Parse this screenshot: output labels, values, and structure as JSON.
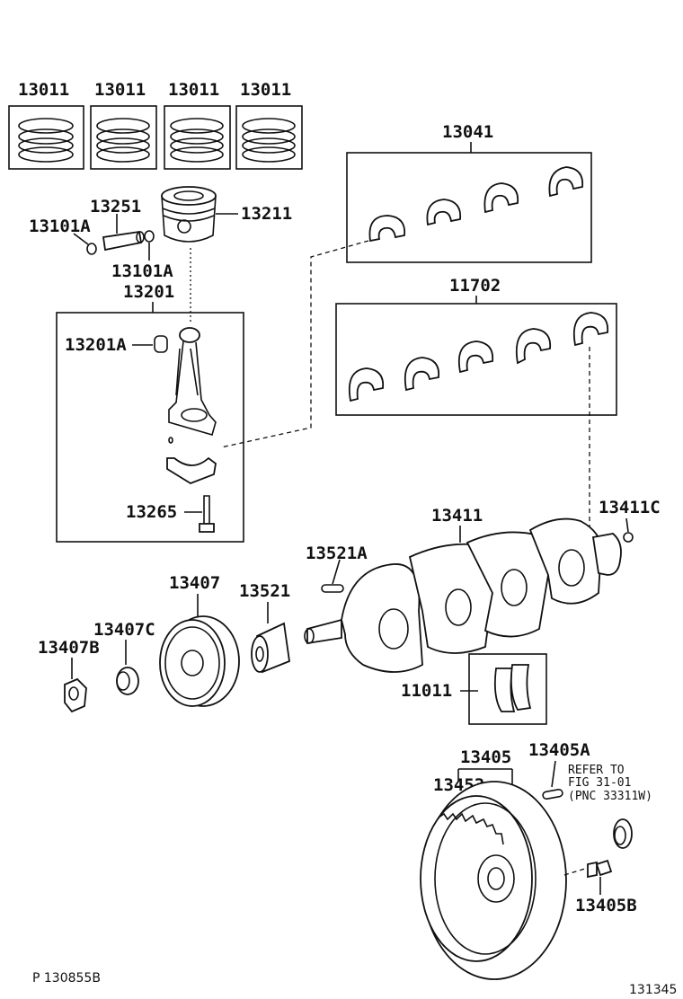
{
  "labels": {
    "ring1": "13011",
    "ring2": "13011",
    "ring3": "13011",
    "ring4": "13011",
    "bearing_upper": "13041",
    "pin": "13251",
    "piston": "13211",
    "snap_left": "13101A",
    "snap_right": "13101A",
    "conrod": "13201",
    "conrod_bush": "13201A",
    "main_bearing": "11702",
    "conrod_bolt": "13265",
    "crankshaft": "13411",
    "crank_plug": "13411C",
    "key": "13521A",
    "pulley": "13407",
    "timing_gear": "13521",
    "washer": "13407C",
    "nut": "13407B",
    "thrust_washer": "11011",
    "flywheel": "13405",
    "flywheel_pin": "13405A",
    "ring_gear": "13453",
    "flywheel_bolt": "13405B"
  },
  "refer_note": {
    "line1": "REFER TO",
    "line2": "FIG 31-01",
    "line3": "(PNC 33311W)"
  },
  "footer": {
    "left": "P 130855B",
    "right": "131345"
  }
}
